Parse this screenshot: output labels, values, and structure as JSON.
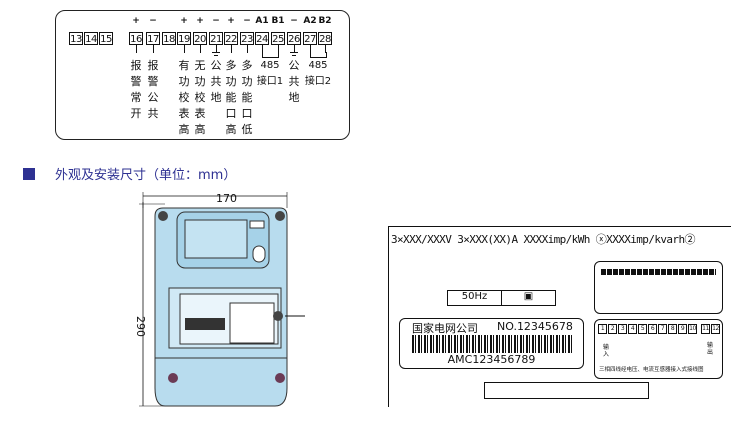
{
  "terminals": [
    {
      "n": "13",
      "pol": "",
      "lines": []
    },
    {
      "n": "14",
      "pol": "",
      "lines": []
    },
    {
      "n": "15",
      "pol": "",
      "lines": []
    },
    {
      "n": "16",
      "pol": "+",
      "lines": [
        "报",
        "警",
        "常",
        "开"
      ]
    },
    {
      "n": "17",
      "pol": "−",
      "lines": [
        "报",
        "警",
        "公",
        "共"
      ]
    },
    {
      "n": "18",
      "pol": "",
      "lines": []
    },
    {
      "n": "19",
      "pol": "+",
      "lines": [
        "有",
        "功",
        "校",
        "表",
        "高"
      ]
    },
    {
      "n": "20",
      "pol": "+",
      "lines": [
        "无",
        "功",
        "校",
        "表",
        "高"
      ]
    },
    {
      "n": "21",
      "pol": "−",
      "lines": [
        "公",
        "共",
        "地"
      ]
    },
    {
      "n": "22",
      "pol": "+",
      "lines": [
        "多",
        "功",
        "能",
        "口",
        "高"
      ]
    },
    {
      "n": "23",
      "pol": "−",
      "lines": [
        "多",
        "功",
        "能",
        "口",
        "低"
      ]
    },
    {
      "n": "24",
      "pol": "A1",
      "lines": []
    },
    {
      "n": "25",
      "pol": "B1",
      "lines": []
    },
    {
      "n": "26",
      "pol": "−",
      "lines": [
        "公",
        "共",
        "地"
      ]
    },
    {
      "n": "27",
      "pol": "A2",
      "lines": []
    },
    {
      "n": "28",
      "pol": "B2",
      "lines": []
    }
  ],
  "rs485": {
    "port1": [
      "485",
      "接口1"
    ],
    "port2": [
      "485",
      "接口2"
    ]
  },
  "section_heading": "外观及安装尺寸（单位：mm）",
  "dimensions": {
    "width": "170",
    "height": "290"
  },
  "nameplate": {
    "spec_line": "3×XXX/XXXV 3×XXX(XX)A XXXXimp/kWh ⓧXXXXimp/kvarh②",
    "frequency": "50Hz",
    "class_symbol": "▣",
    "owner": "国家电网公司",
    "serial_no": "NO.12345678",
    "barcode_text": "AMC123456789",
    "diagram_caption": "三相四线经电压、电流互感器接入式接线图",
    "wiring_terminals": [
      "1",
      "2",
      "3",
      "4",
      "5",
      "6",
      "7",
      "8",
      "9",
      "10",
      "11",
      "12"
    ],
    "in_label": "输入",
    "out_label": "输出"
  },
  "colors": {
    "heading": "#2e3192",
    "meter_body": "#b8dcee"
  }
}
